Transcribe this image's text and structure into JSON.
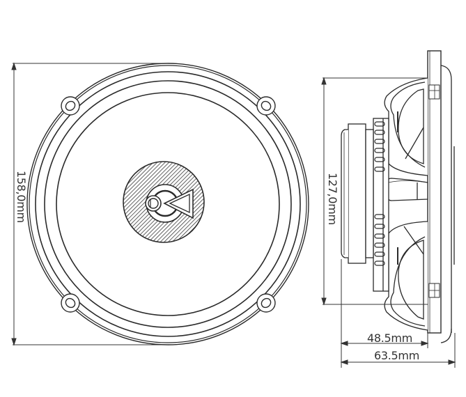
{
  "drawing": {
    "subject": "coaxial car speaker technical drawing",
    "views": [
      "front-view",
      "side-view"
    ],
    "colors": {
      "background": "#ffffff",
      "line": "#2a2a2a",
      "dimension_line": "#333333",
      "hatch": "#3a3a3a"
    }
  },
  "dimensions": {
    "outer_diameter": {
      "label": "158,0mm",
      "value": 158.0,
      "unit": "mm"
    },
    "mount_height": {
      "label": "127,0mm",
      "value": 127.0,
      "unit": "mm"
    },
    "mounting_depth": {
      "label": "48.5mm",
      "value": 48.5,
      "unit": "mm"
    },
    "total_depth": {
      "label": "63.5mm",
      "value": 63.5,
      "unit": "mm"
    }
  }
}
